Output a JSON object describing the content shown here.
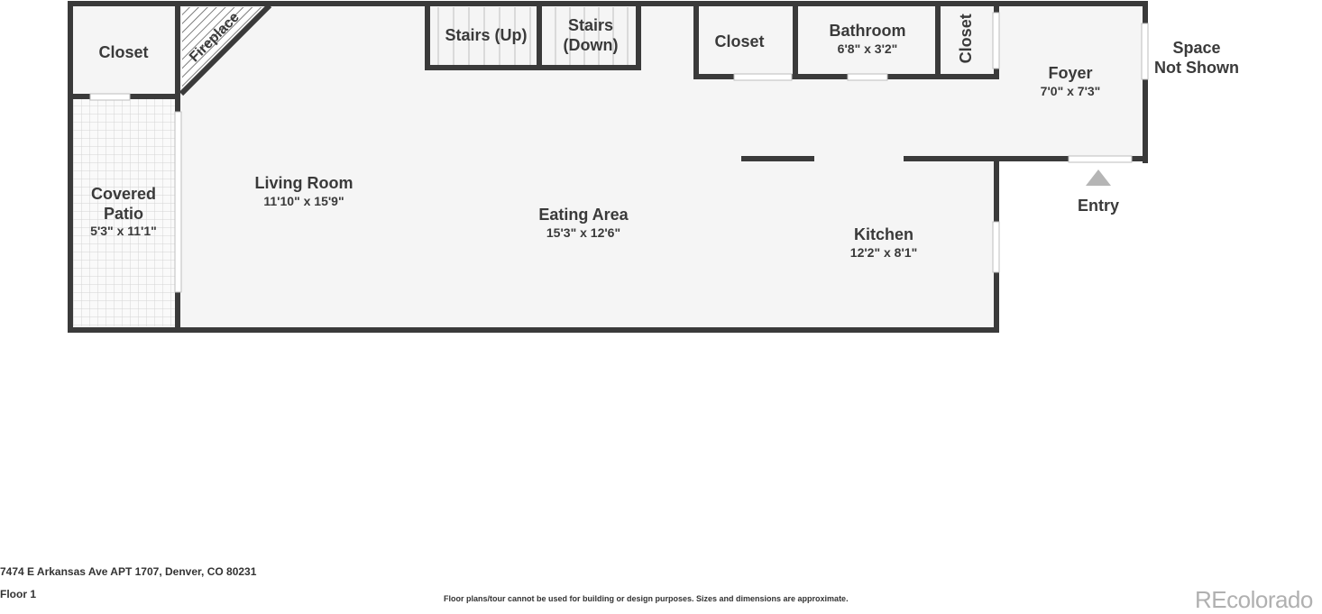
{
  "rooms": {
    "closet_left": {
      "name": "Closet"
    },
    "fireplace": {
      "name": "Fireplace"
    },
    "stairs_up": {
      "name": "Stairs (Up)"
    },
    "stairs_down": {
      "name_line1": "Stairs",
      "name_line2": "(Down)"
    },
    "closet_mid": {
      "name": "Closet"
    },
    "bathroom": {
      "name": "Bathroom",
      "dims": "6'8\" x 3'2\""
    },
    "closet_small": {
      "name": "Closet"
    },
    "foyer": {
      "name": "Foyer",
      "dims": "7'0\" x 7'3\""
    },
    "covered_patio": {
      "name_line1": "Covered",
      "name_line2": "Patio",
      "dims": "5'3\" x 11'1\""
    },
    "living_room": {
      "name": "Living Room",
      "dims": "11'10\" x 15'9\""
    },
    "eating_area": {
      "name": "Eating Area",
      "dims": "15'3\" x 12'6\""
    },
    "kitchen": {
      "name": "Kitchen",
      "dims": "12'2\" x 8'1\""
    }
  },
  "labels": {
    "space_not_shown_line1": "Space",
    "space_not_shown_line2": "Not Shown",
    "entry": "Entry"
  },
  "footer": {
    "address": "7474 E Arkansas Ave APT 1707, Denver, CO 80231",
    "floor": "Floor 1",
    "disclaimer": "Floor plans/tour cannot be used for building or design purposes. Sizes and dimensions are approximate.",
    "brand": "REcolorado"
  },
  "colors": {
    "wall": "#3a3a3a",
    "floor": "#f5f5f5",
    "text": "#3a3a3a",
    "brand": "#b0b0b0"
  }
}
